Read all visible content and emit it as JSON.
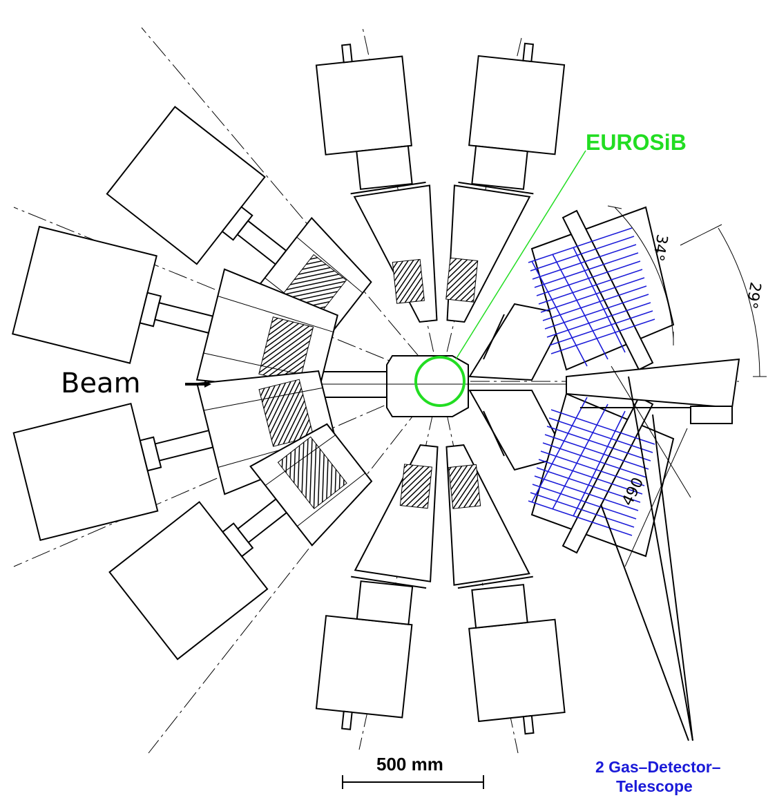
{
  "labels": {
    "beam": "Beam",
    "eurosib": "EUROSiB",
    "scale": "500 mm",
    "gas_line1": "2 Gas–Detector–",
    "gas_line2": "Telescope",
    "angle_inner": "34°",
    "angle_outer": "29°",
    "distance": "490"
  },
  "colors": {
    "eurosib": "#22dd22",
    "gas_detector": "#1a1ad8",
    "ink": "#000000"
  }
}
